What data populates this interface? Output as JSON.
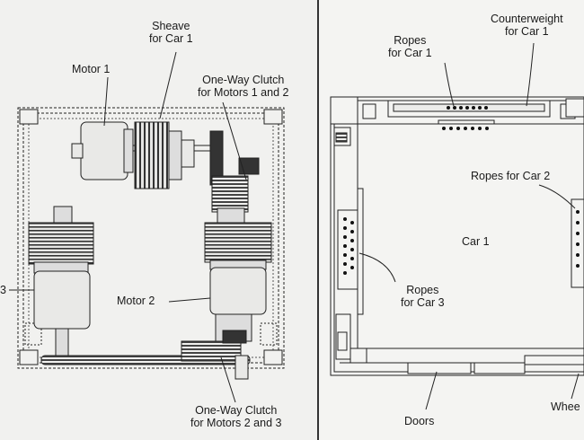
{
  "left_panel": {
    "labels": {
      "sheave_car1": "Sheave\nfor Car 1",
      "motor1": "Motor 1",
      "clutch_1_2": "One-Way Clutch\nfor Motors 1 and 2",
      "motor2": "Motor 2",
      "motor3_partial": "3",
      "clutch_2_3": "One-Way Clutch\nfor Motors 2 and 3"
    }
  },
  "right_panel": {
    "labels": {
      "ropes_car1": "Ropes\nfor Car 1",
      "counterweight_car1": "Counterweight\nfor Car 1",
      "ropes_car2": "Ropes for Car 2",
      "car1": "Car 1",
      "ropes_car3": "Ropes\nfor Car 3",
      "doors": "Doors",
      "wheels_partial": "Whee"
    }
  }
}
